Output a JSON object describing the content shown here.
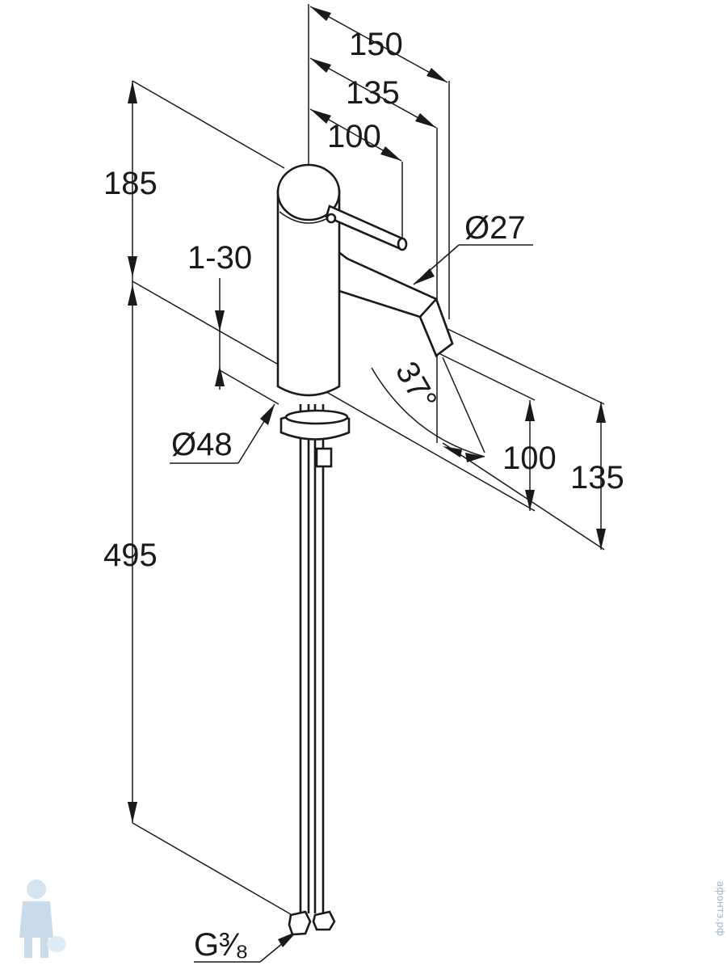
{
  "dimensions": {
    "width_total": "150",
    "width_spout": "135",
    "width_lever": "100",
    "diameter_spout": "Ø27",
    "height_body": "185",
    "deck_thickness": "1-30",
    "angle_spout": "37°",
    "diameter_base": "Ø48",
    "height_outlet": "100",
    "height_spout": "135",
    "hose_length": "495",
    "connection_thread": "G³⁄₈"
  },
  "watermark": {
    "text": "афонтэ.рф",
    "icon": "plumber-mascot-icon"
  },
  "colors": {
    "line": "#1a1a1a",
    "background": "#ffffff",
    "watermark": "#9db7cf"
  }
}
